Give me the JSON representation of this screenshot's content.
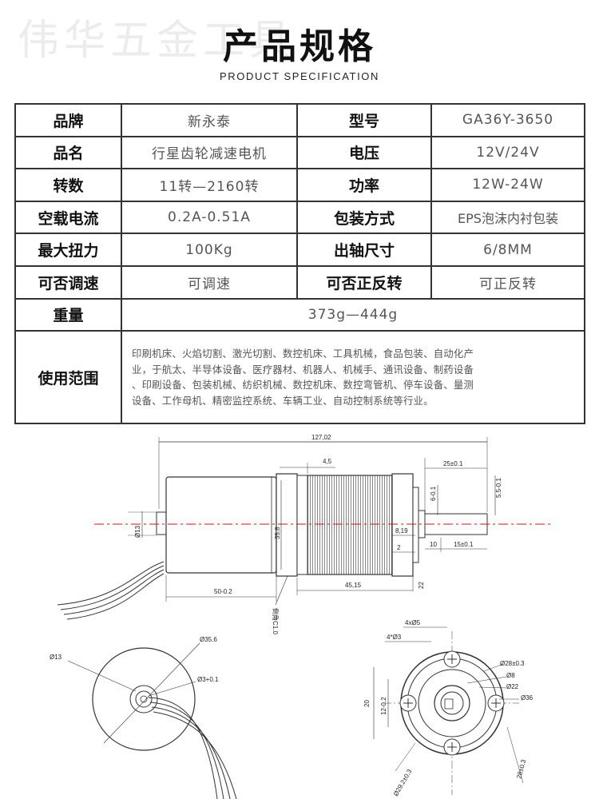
{
  "watermark": "伟华五金工具",
  "header": {
    "title": "产品规格",
    "subtitle": "PRODUCT SPECIFICATION"
  },
  "specs": [
    {
      "k1": "品牌",
      "v1": "新永泰",
      "k2": "型号",
      "v2": "GA36Y-3650"
    },
    {
      "k1": "品名",
      "v1": "行星齿轮减速电机",
      "k2": "电压",
      "v2": "12V/24V"
    },
    {
      "k1": "转数",
      "v1": "11转—2160转",
      "k2": "功率",
      "v2": "12W-24W"
    },
    {
      "k1": "空载电流",
      "v1": "0.2A-0.51A",
      "k2": "包装方式",
      "v2": "EPS泡沫内衬包装"
    },
    {
      "k1": "最大扭力",
      "v1": "100Kg",
      "k2": "出轴尺寸",
      "v2": "6/8MM"
    },
    {
      "k1": "可否调速",
      "v1": "可调速",
      "k2": "可否正反转",
      "v2": "可正反转"
    }
  ],
  "weight": {
    "label": "重量",
    "value": "373g—444g"
  },
  "application": {
    "label": "使用范围",
    "lines": [
      "印刷机床、火焰切割、激光切割、数控机床、工具机械，食品包装、自动化产",
      "业，于航太、半导体设备、医疗器材、机器人、机械手、通讯设备、制药设备",
      "、印刷设备、包装机械、纺织机械、数控机床、数控弯管机、停车设备、量测",
      "设备、工作母机、精密监控系统、车辆工业、自动控制系统等行业。"
    ]
  },
  "drawing": {
    "dims": {
      "total_length": "127,02",
      "d_4_5": "4,5",
      "d_25": "25±0.1",
      "d_6": "6-0.1",
      "d_5_5": "5.5-0.1",
      "d_13": "Ø13",
      "d_35_8": "35,8",
      "d_8_19": "8,19",
      "d_2": "2",
      "d_10": "10",
      "d_15": "15±0.1",
      "d_22": "22",
      "d_50": "50-0.2",
      "d_45": "45,15",
      "chamfer": "倒角C1.0"
    },
    "back": {
      "d13": "Ø13",
      "d35_6": "Ø35.6",
      "d3": "Ø3+0.1"
    },
    "front": {
      "holes4": "4xØ5",
      "holes4b": "4*Ø3",
      "h20": "20",
      "h12": "12-0.2",
      "d28": "Ø28±0.3",
      "d8": "Ø8",
      "d22": "Ø22",
      "d36": "Ø36",
      "d29": "Ø29.2±0.3",
      "d28b": "28±0.3"
    }
  }
}
